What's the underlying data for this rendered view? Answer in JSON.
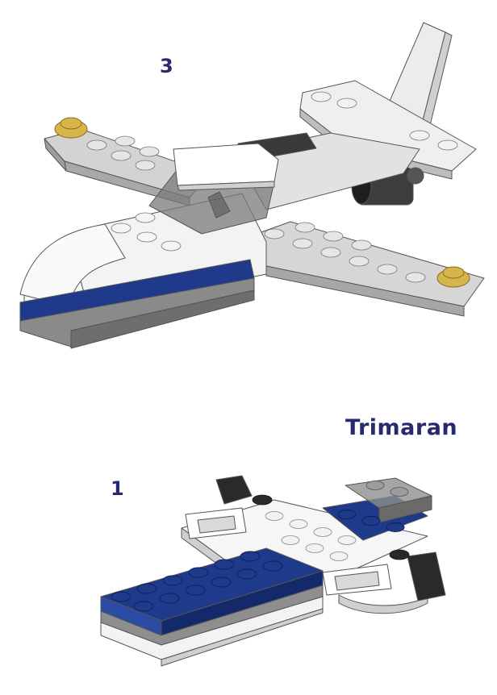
{
  "step_a": {
    "number": "3"
  },
  "model": {
    "name": "Trimaran"
  },
  "step_b": {
    "number": "1"
  },
  "colors": {
    "label": "#272a6e",
    "brick_white": "#f4f4f4",
    "brick_gray": "#c8c8c8",
    "brick_dark_gray": "#7c7c7c",
    "brick_blue": "#1f3a8a",
    "brick_black": "#2a2a2a",
    "trans_yellow": "#d6b64a",
    "trans_smoke": "#8e8e8e"
  },
  "illustrations": {
    "step_a_model": "lego-plane",
    "step_b_model": "lego-trimaran-base"
  }
}
